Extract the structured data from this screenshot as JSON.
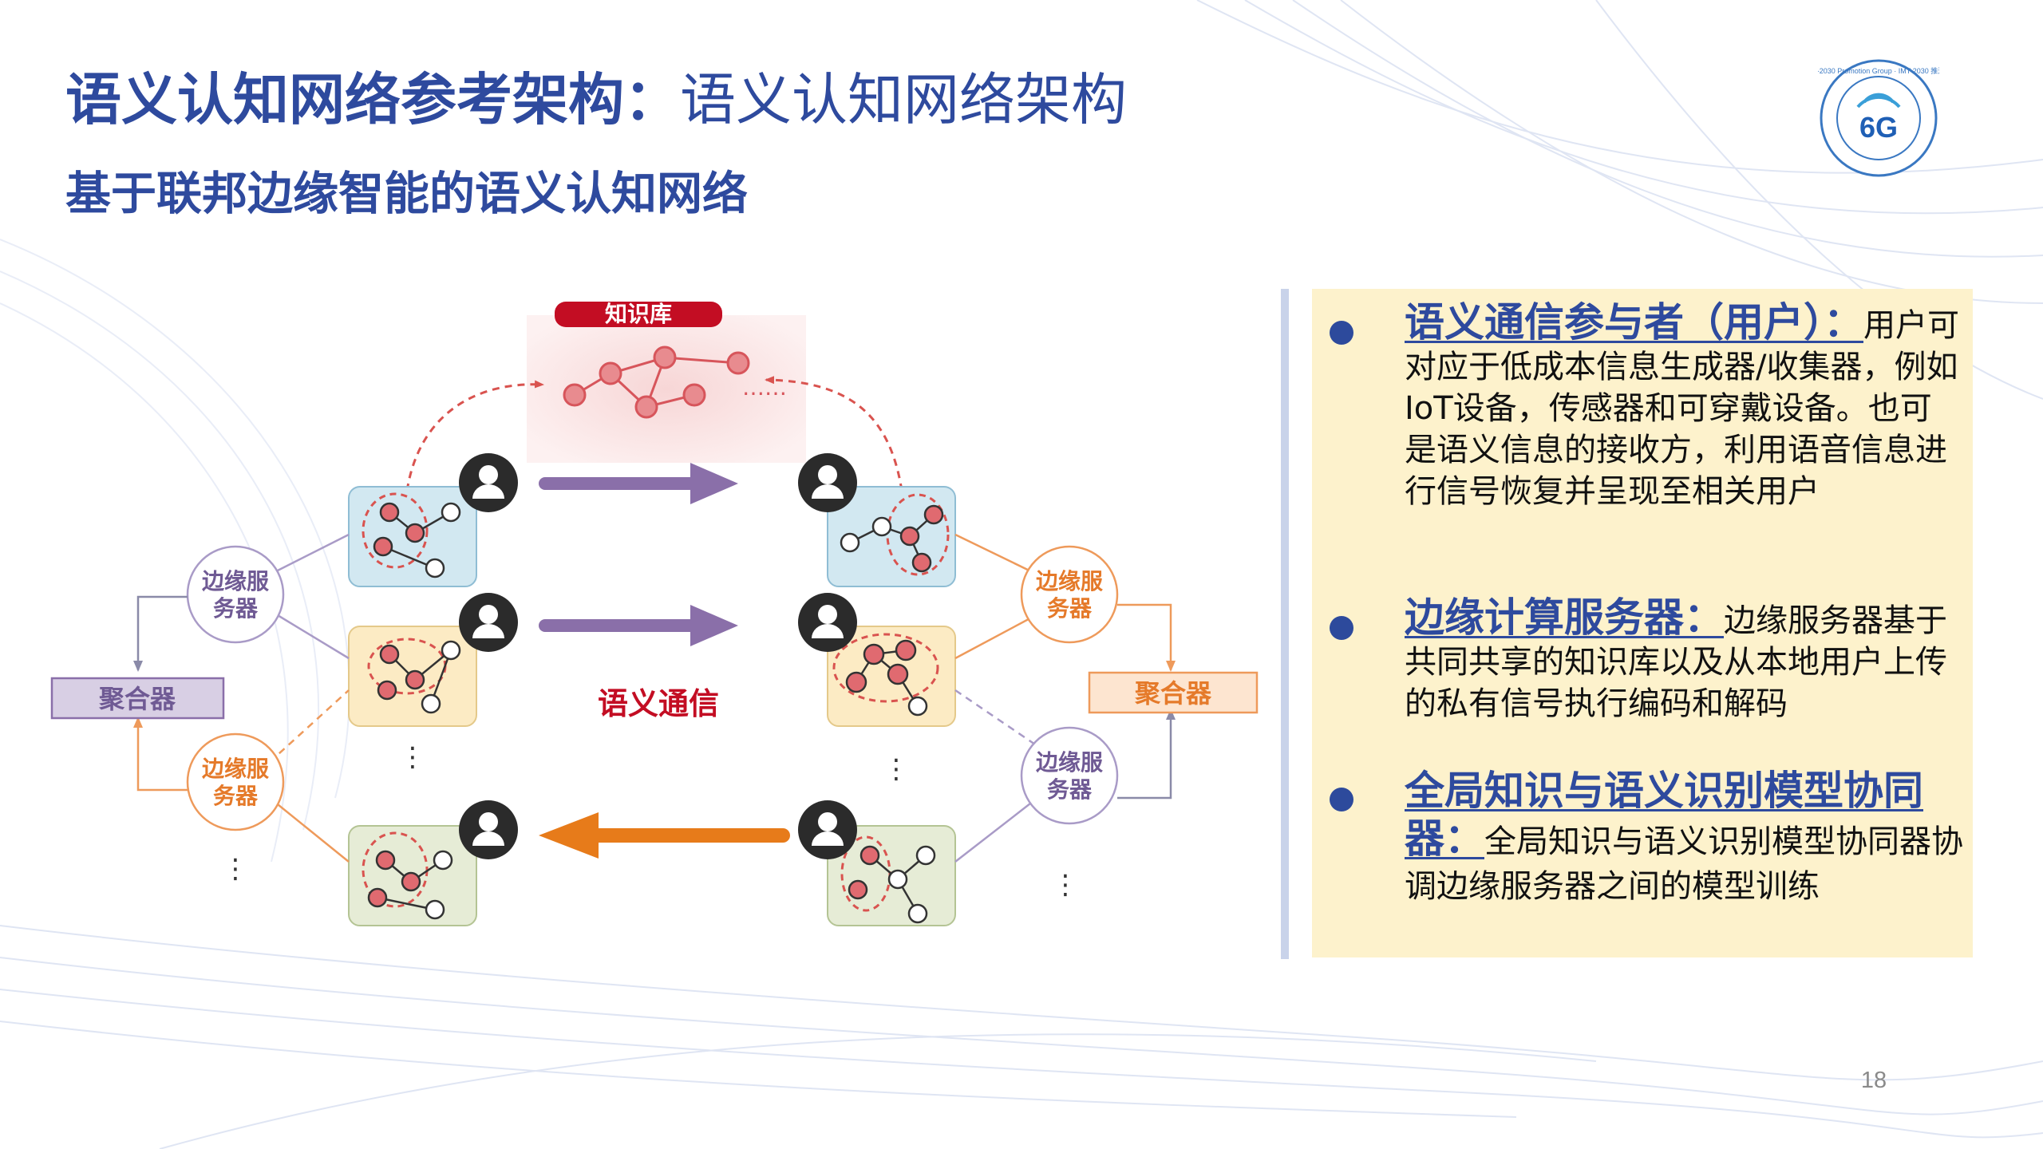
{
  "slide": {
    "title_bold": "语义认知网络参考架构：",
    "title_regular": "语义认知网络架构",
    "subtitle": "基于联邦边缘智能的语义认知网络",
    "page_number": "18"
  },
  "logo": {
    "center_text": "6G",
    "ring_text": "IMT-2030 Promotion Group · IMT-2030 推进组",
    "icon": "6g-logo-icon"
  },
  "diagram": {
    "knowledge_base_label": "知识库",
    "knowledge_base_dots": "……",
    "center_label": "语义通信",
    "edge_server_line1": "边缘服",
    "edge_server_line2": "务器",
    "aggregator_label": "聚合器",
    "ellipsis": "⋮",
    "colors": {
      "blue_box": "#d2e8f1",
      "yellow_box": "#fcebc4",
      "green_box": "#e6ecd6",
      "purple_arrow": "#8a6fa9",
      "orange_arrow": "#e77b1a",
      "red_node": "#e06a70",
      "knowledge_label": "#c30d23",
      "aggregator_left_fill": "#d8cfe4",
      "aggregator_right_fill": "#fde5d0"
    }
  },
  "panel": {
    "items": [
      {
        "head": "语义通信参与者（用户）：",
        "body": "用户可对应于低成本信息生成器/收集器，例如IoT设备，传感器和可穿戴设备。也可是语义信息的接收方，利用语音信息进行信号恢复并呈现至相关用户"
      },
      {
        "head": "边缘计算服务器：",
        "body": "边缘服务器基于共同共享的知识库以及从本地用户上传的私有信号执行编码和解码"
      },
      {
        "head": "全局知识与语义识别模型协同器：",
        "body": "全局知识与语义识别模型协同器协调边缘服务器之间的模型训练"
      }
    ]
  }
}
